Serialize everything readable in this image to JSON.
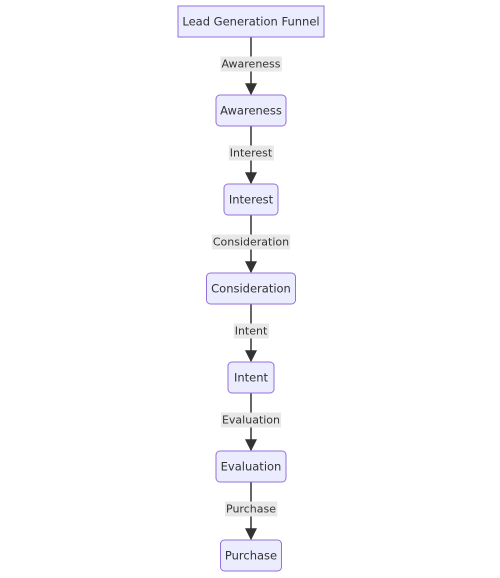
{
  "diagram": {
    "nodes": [
      {
        "id": "root",
        "label": "Lead Generation Funnel"
      },
      {
        "id": "awareness",
        "label": "Awareness"
      },
      {
        "id": "interest",
        "label": "Interest"
      },
      {
        "id": "consideration",
        "label": "Consideration"
      },
      {
        "id": "intent",
        "label": "Intent"
      },
      {
        "id": "evaluation",
        "label": "Evaluation"
      },
      {
        "id": "purchase",
        "label": "Purchase"
      }
    ],
    "edges": [
      {
        "from": "root",
        "to": "awareness",
        "label": "Awareness"
      },
      {
        "from": "awareness",
        "to": "interest",
        "label": "Interest"
      },
      {
        "from": "interest",
        "to": "consideration",
        "label": "Consideration"
      },
      {
        "from": "consideration",
        "to": "intent",
        "label": "Intent"
      },
      {
        "from": "intent",
        "to": "evaluation",
        "label": "Evaluation"
      },
      {
        "from": "evaluation",
        "to": "purchase",
        "label": "Purchase"
      }
    ],
    "colors": {
      "node_fill": "#ECECFF",
      "node_stroke": "#9370DB",
      "edge": "#333333",
      "label_bg": "#e8e8e8",
      "text": "#333333"
    }
  }
}
